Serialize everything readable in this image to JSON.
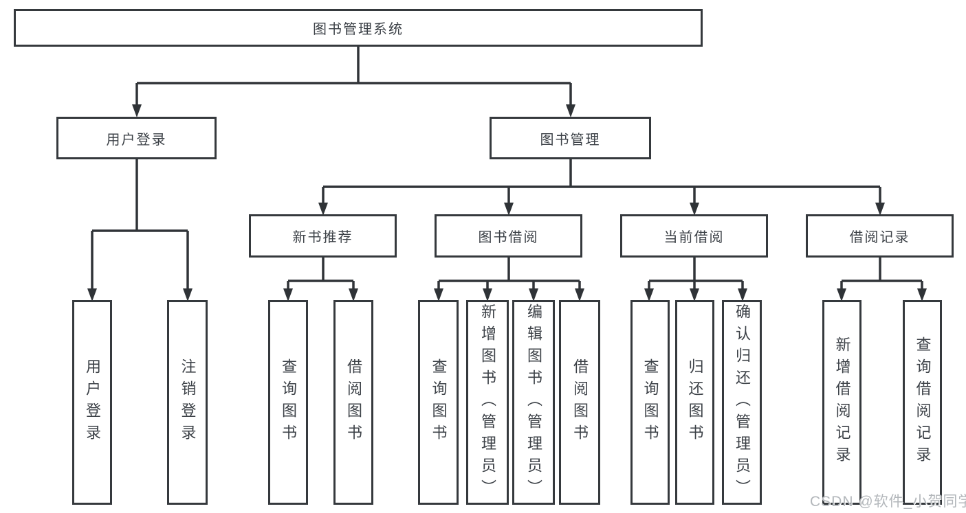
{
  "diagram_title": "图书管理系统",
  "nodes": {
    "root": "图书管理系统",
    "login": "用户登录",
    "mgmt": "图书管理",
    "login_user": "用户登录",
    "login_logout": "注销登录",
    "rec": "新书推荐",
    "borrow": "图书借阅",
    "current": "当前借阅",
    "record": "借阅记录",
    "rec_query": "查询图书",
    "rec_borrow": "借阅图书",
    "borrow_query": "查询图书",
    "borrow_add": "新增图书（管理员）",
    "borrow_edit": "编辑图书（管理员）",
    "borrow_borrow": "借阅图书",
    "current_query": "查询图书",
    "current_return": "归还图书",
    "current_confirm": "确认归还（管理员）",
    "record_add": "新增借阅记录",
    "record_query": "查询借阅记录"
  },
  "watermark": "CSDN @软件_小贺同学",
  "colors": {
    "line": "#303438",
    "box_border": "#35393d",
    "box_background": "#ffffff",
    "text": "#3c4147",
    "watermark": "#b3b7bb"
  }
}
